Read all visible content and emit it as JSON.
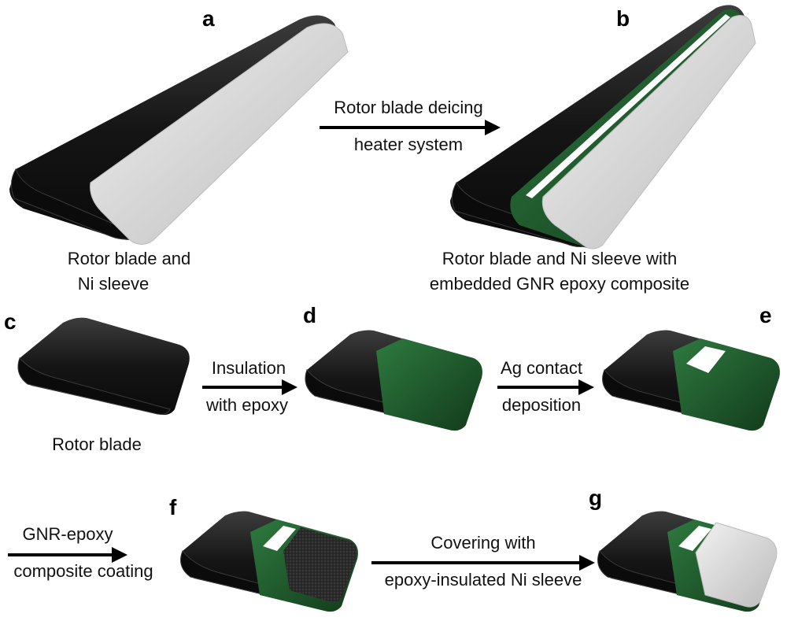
{
  "panels": {
    "a": {
      "letter": "a",
      "caption": [
        "Rotor blade and",
        "Ni sleeve"
      ]
    },
    "b": {
      "letter": "b",
      "caption": [
        "Rotor blade and Ni sleeve with",
        "embedded GNR epoxy composite"
      ]
    },
    "c": {
      "letter": "c",
      "caption": [
        "Rotor blade"
      ]
    },
    "d": {
      "letter": "d"
    },
    "e": {
      "letter": "e"
    },
    "f": {
      "letter": "f"
    },
    "g": {
      "letter": "g"
    }
  },
  "steps": {
    "a_to_b": [
      "Rotor blade deicing",
      "heater system"
    ],
    "c_to_d": [
      "Insulation",
      "with epoxy"
    ],
    "d_to_e": [
      "Ag contact",
      "deposition"
    ],
    "e_to_f": [
      "GNR-epoxy",
      "composite coating"
    ],
    "f_to_g": [
      "Covering with",
      "epoxy-insulated Ni sleeve"
    ]
  },
  "colors": {
    "blade": "#141414",
    "blade_edge": "#3a3a3a",
    "epoxy_green": "#1f5a2c",
    "ni_sleeve": "#dcdcdc",
    "ag_contact": "#ffffff",
    "gnr_composite": "#2b2b2b"
  }
}
